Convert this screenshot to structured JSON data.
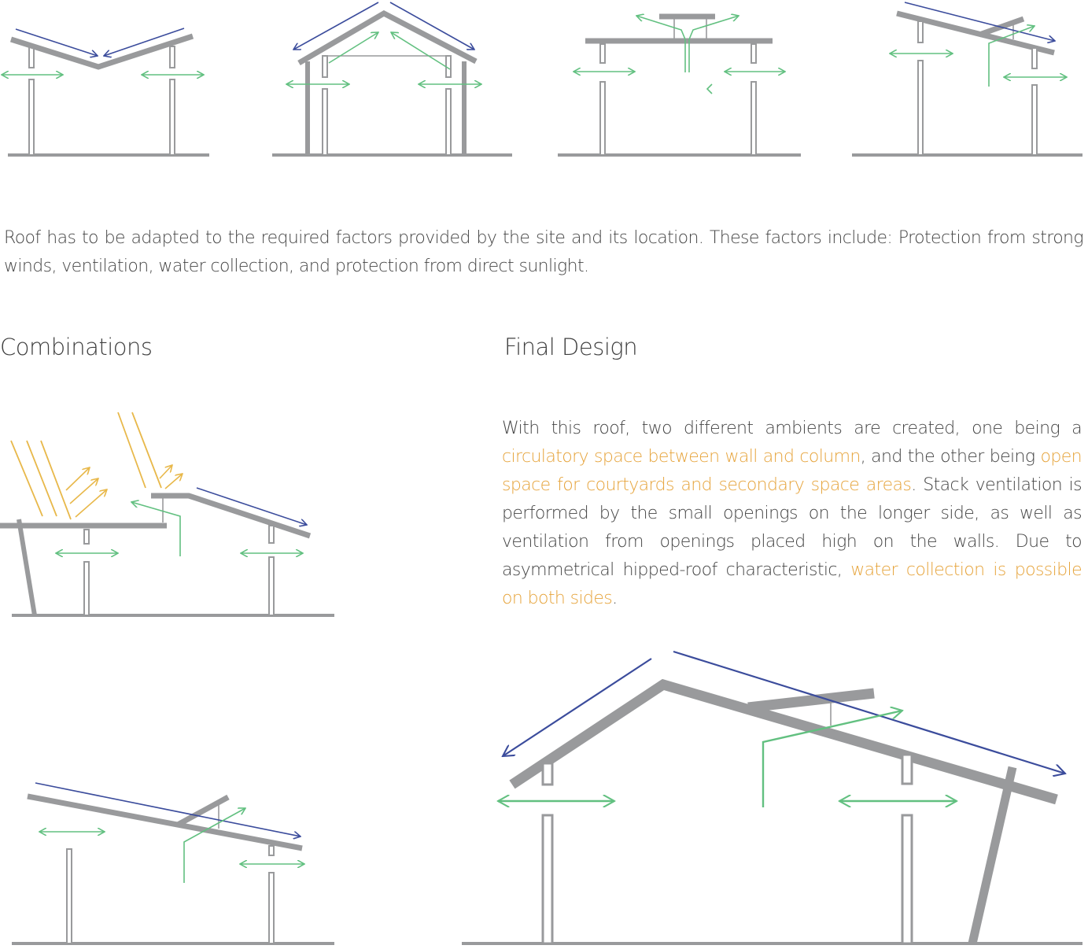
{
  "intro": "Roof has to be adapted to the required factors provided by the site and its location. These factors include: Protection from strong winds, ventilation, water collection, and protection from direct sunlight.",
  "headings": {
    "combinations": "Combinations",
    "final_design": "Final Design"
  },
  "description": {
    "p1": "With this roof, two different ambients are created, one being a ",
    "h1": "circulatory space between wall and column",
    "p2": ", and the other being ",
    "h2": "open space for courtyards and secondary space areas",
    "p3": ". Stack ventilation is performed by the small openings on the longer side, as well as ventilation from openings placed high on the walls. Due to asymmetrical hipped-roof characteristic, ",
    "h3": "water collection is possible on both sides",
    "p4": "."
  },
  "colors": {
    "structure": "#999a9c",
    "water_arrow": "#3b4c9c",
    "air_arrow": "#62c080",
    "sun_ray": "#e8b84a",
    "highlight_text": "#e6a43c"
  }
}
